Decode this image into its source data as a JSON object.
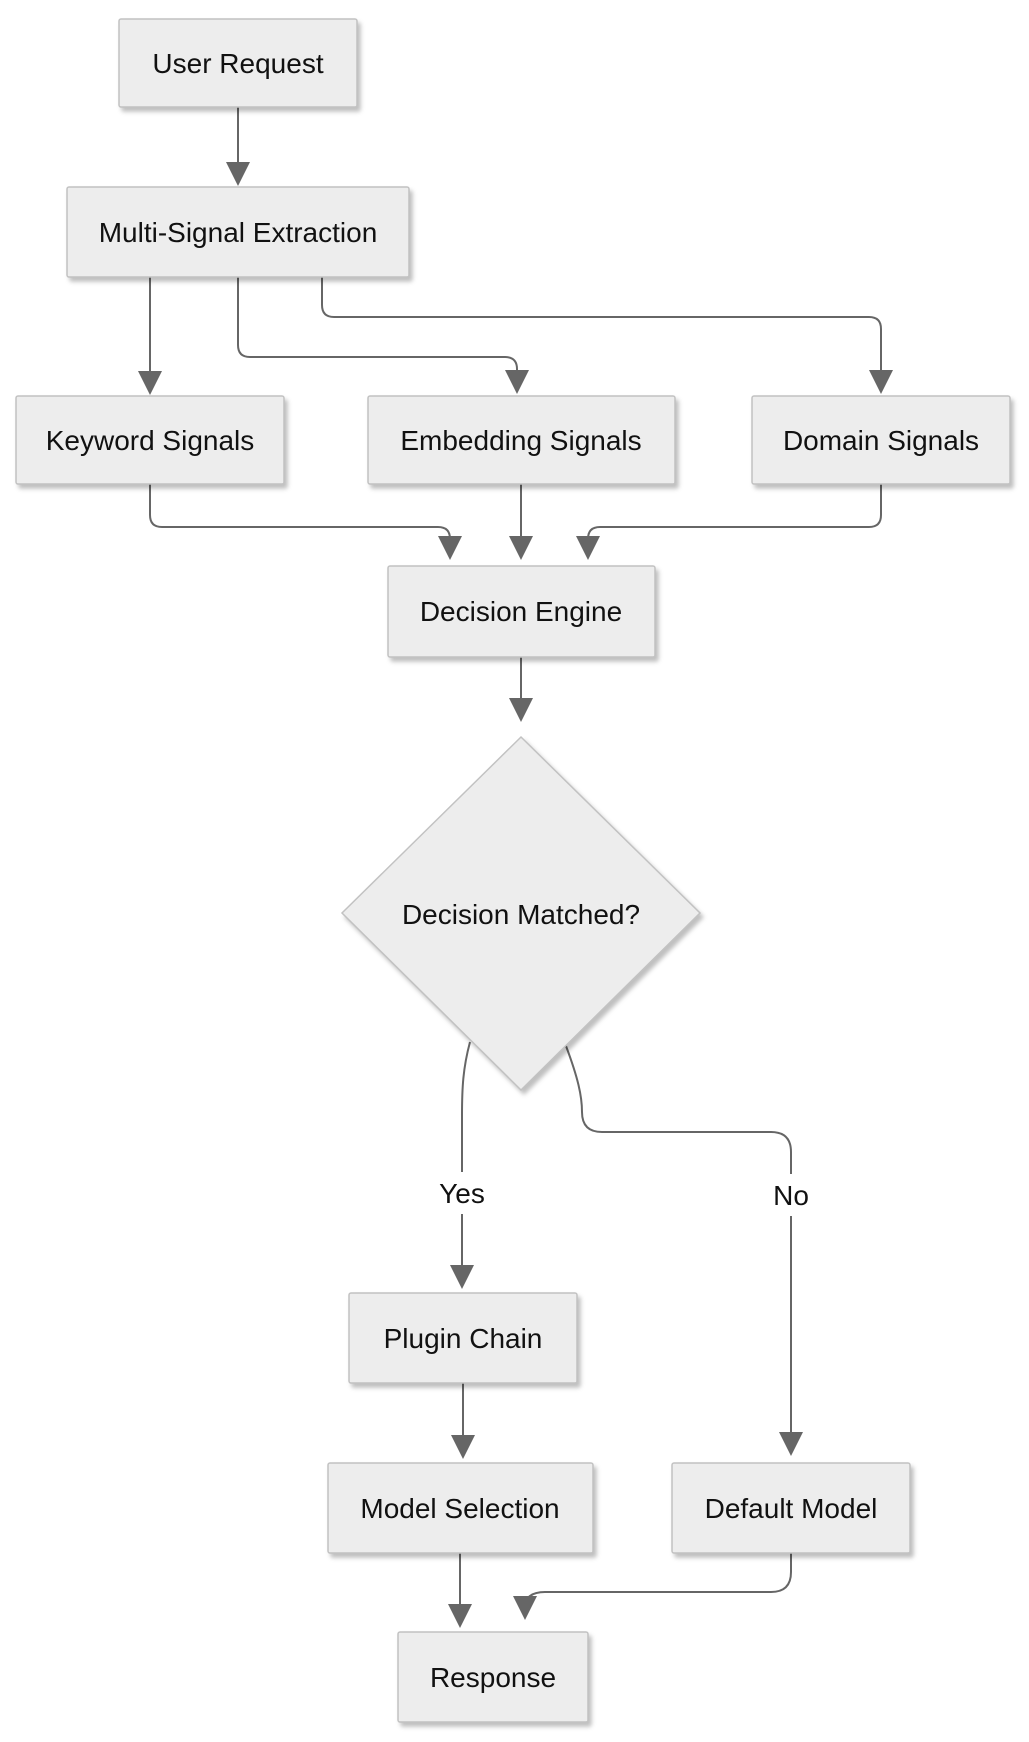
{
  "diagram": {
    "nodes": {
      "user_request": {
        "label": "User Request",
        "shape": "rect"
      },
      "multi_signal_extraction": {
        "label": "Multi-Signal Extraction",
        "shape": "rect"
      },
      "keyword_signals": {
        "label": "Keyword Signals",
        "shape": "rect"
      },
      "embedding_signals": {
        "label": "Embedding Signals",
        "shape": "rect"
      },
      "domain_signals": {
        "label": "Domain Signals",
        "shape": "rect"
      },
      "decision_engine": {
        "label": "Decision Engine",
        "shape": "rect"
      },
      "decision_matched": {
        "label": "Decision Matched?",
        "shape": "diamond"
      },
      "plugin_chain": {
        "label": "Plugin Chain",
        "shape": "rect"
      },
      "model_selection": {
        "label": "Model Selection",
        "shape": "rect"
      },
      "default_model": {
        "label": "Default Model",
        "shape": "rect"
      },
      "response": {
        "label": "Response",
        "shape": "rect"
      }
    },
    "edge_labels": {
      "yes": "Yes",
      "no": "No"
    },
    "edges": [
      {
        "from": "User Request",
        "to": "Multi-Signal Extraction",
        "label": ""
      },
      {
        "from": "Multi-Signal Extraction",
        "to": "Keyword Signals",
        "label": ""
      },
      {
        "from": "Multi-Signal Extraction",
        "to": "Embedding Signals",
        "label": ""
      },
      {
        "from": "Multi-Signal Extraction",
        "to": "Domain Signals",
        "label": ""
      },
      {
        "from": "Keyword Signals",
        "to": "Decision Engine",
        "label": ""
      },
      {
        "from": "Embedding Signals",
        "to": "Decision Engine",
        "label": ""
      },
      {
        "from": "Domain Signals",
        "to": "Decision Engine",
        "label": ""
      },
      {
        "from": "Decision Engine",
        "to": "Decision Matched?",
        "label": ""
      },
      {
        "from": "Decision Matched?",
        "to": "Plugin Chain",
        "label": "Yes"
      },
      {
        "from": "Decision Matched?",
        "to": "Default Model",
        "label": "No"
      },
      {
        "from": "Plugin Chain",
        "to": "Model Selection",
        "label": ""
      },
      {
        "from": "Model Selection",
        "to": "Response",
        "label": ""
      },
      {
        "from": "Default Model",
        "to": "Response",
        "label": ""
      }
    ],
    "colors": {
      "node_fill": "#ededed",
      "node_border": "#c2c2c2",
      "edge": "#666666",
      "arrow": "#666666",
      "text": "#111111",
      "background": "#ffffff",
      "edge_label_bg": "#ffffff"
    }
  }
}
